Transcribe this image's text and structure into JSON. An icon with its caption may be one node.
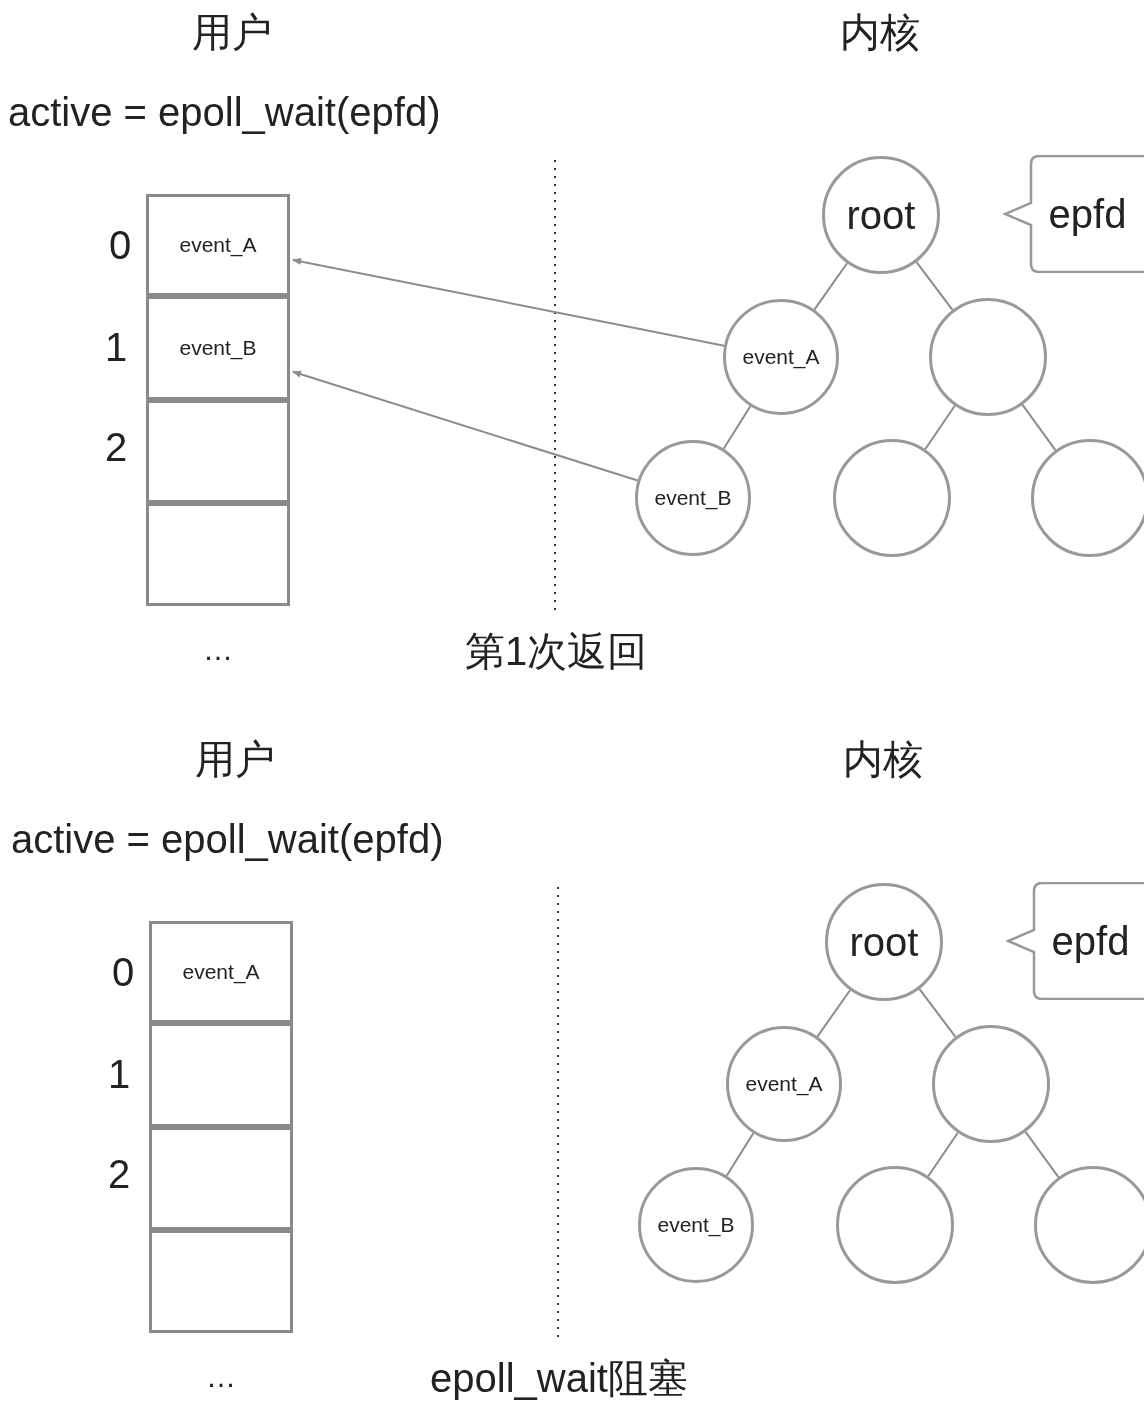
{
  "diagram": {
    "nodes": [
      {
        "text": [
          "event_A"
        ]
      },
      {
        "text": [
          "event_B"
        ]
      },
      {
        "text": [],
        "shape": "box"
      },
      {
        "text": [],
        "shape": "box"
      },
      {
        "text": [
          "root"
        ]
      },
      {
        "text": [
          "epfd"
        ]
      },
      {
        "text": [
          "event_A"
        ]
      },
      {
        "text": [],
        "shape": "circle"
      },
      {
        "text": [
          "event_B"
        ]
      },
      {
        "text": [],
        "shape": "circle"
      },
      {
        "text": [],
        "shape": "circle"
      },
      {
        "text": [
          "event_A"
        ]
      },
      {
        "text": [],
        "shape": "box"
      },
      {
        "text": [],
        "shape": "box"
      },
      {
        "text": [],
        "shape": "box"
      },
      {
        "text": [
          "root"
        ]
      },
      {
        "text": [
          "epfd"
        ]
      },
      {
        "text": [
          "event_A"
        ]
      },
      {
        "text": [],
        "shape": "circle"
      },
      {
        "text": [
          "event_B"
        ]
      },
      {
        "text": [],
        "shape": "circle"
      },
      {
        "text": [],
        "shape": "circle"
      }
    ],
    "edges": [
      {
        "from": 4,
        "to": 6,
        "arrow": "none"
      },
      {
        "from": 4,
        "to": 7,
        "arrow": "none"
      },
      {
        "from": 6,
        "to": 8,
        "arrow": "none"
      },
      {
        "from": 7,
        "to": 9,
        "arrow": "none"
      },
      {
        "from": 7,
        "to": 10,
        "arrow": "none"
      },
      {
        "from": 6,
        "to": 0,
        "arrow": "to"
      },
      {
        "from": 8,
        "to": 1,
        "arrow": "to"
      },
      {
        "from": 15,
        "to": 17,
        "arrow": "none"
      },
      {
        "from": 15,
        "to": 18,
        "arrow": "none"
      },
      {
        "from": 17,
        "to": 19,
        "arrow": "none"
      },
      {
        "from": 18,
        "to": 20,
        "arrow": "none"
      },
      {
        "from": 18,
        "to": 21,
        "arrow": "none"
      }
    ],
    "labels": [
      "用户",
      "内核",
      "active = epoll_wait(epfd)",
      "0",
      "1",
      "2",
      "…",
      "第1次返回",
      "用户",
      "内核",
      "active = epoll_wait(epfd)",
      "0",
      "1",
      "2",
      "…",
      "epoll_wait阻塞"
    ]
  }
}
